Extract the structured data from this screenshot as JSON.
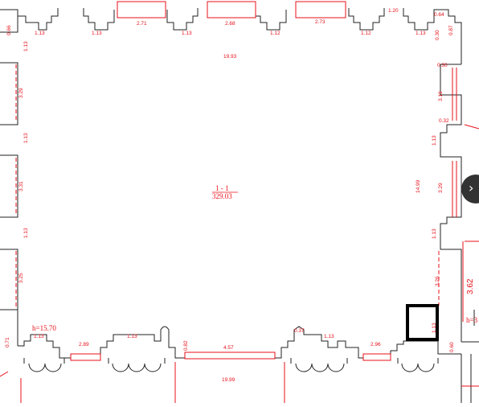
{
  "colors": {
    "dimension": "#e8101a",
    "wall": "#222222",
    "nav": "#333333"
  },
  "room": {
    "label": "1 - 1",
    "area": "329.03",
    "height": "h=15.70",
    "height_right": "h=3"
  },
  "dims": {
    "top": [
      "1.13",
      "1.13",
      "2.71",
      "1.13",
      "2.68",
      "1.12",
      "2.73",
      "1.12",
      "1.13",
      "1.20",
      "0.64",
      "0.66",
      "0.30",
      "0.87"
    ],
    "top_total": "19.93",
    "left": [
      "1.13",
      "3.29",
      "1.13",
      "3.31",
      "1.13",
      "3.25",
      "0.71"
    ],
    "right": [
      "0.30",
      "3.19",
      "0.32",
      "1.13",
      "3.29",
      "1.13",
      "3.26",
      "1.13",
      "0.60"
    ],
    "right_total": "14.99",
    "right_outer": "3.62",
    "bottom": [
      "1.13",
      "2.89",
      "1.13",
      "0.82",
      "4.57",
      "0.37",
      "1.13",
      "2.96"
    ],
    "bottom_total": "19.99"
  },
  "icons": {
    "next": "chevron-right-icon"
  }
}
